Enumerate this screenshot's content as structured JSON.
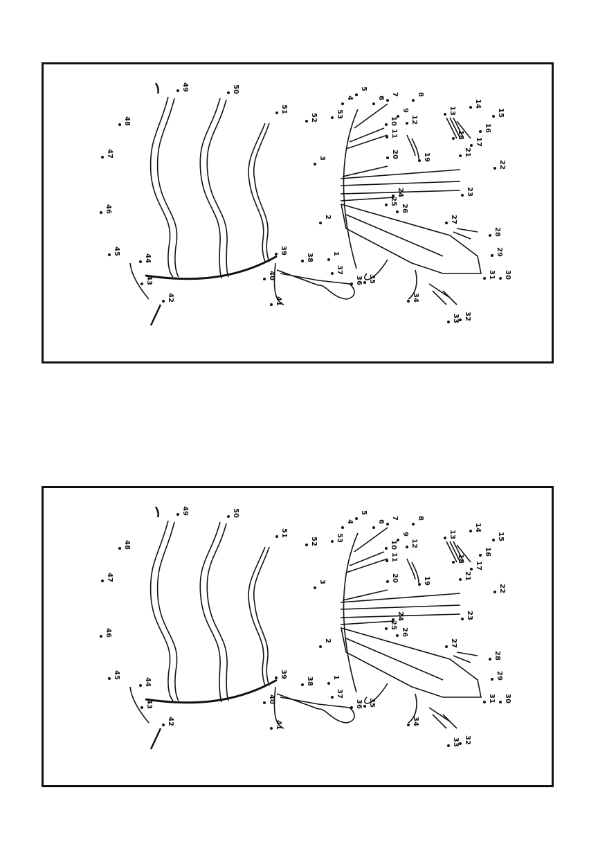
{
  "worksheet": {
    "panels": [
      {
        "id": "top",
        "dot_labels": [
          "1",
          "2",
          "3",
          "4",
          "5",
          "6",
          "7",
          "8",
          "9",
          "10",
          "11",
          "12",
          "13",
          "14",
          "15",
          "16",
          "17",
          "18",
          "19",
          "20",
          "21",
          "22",
          "23",
          "24",
          "25",
          "26",
          "27",
          "28",
          "29",
          "30",
          "31",
          "32",
          "33",
          "34",
          "35",
          "36",
          "37",
          "38",
          "39",
          "40",
          "41",
          "42",
          "43",
          "44",
          "45",
          "46",
          "47",
          "48",
          "49",
          "50",
          "51",
          "52",
          "53"
        ]
      },
      {
        "id": "bottom",
        "dot_labels": [
          "1",
          "2",
          "3",
          "4",
          "5",
          "6",
          "7",
          "8",
          "9",
          "10",
          "11",
          "12",
          "13",
          "14",
          "15",
          "16",
          "17",
          "18",
          "19",
          "20",
          "21",
          "22",
          "23",
          "24",
          "25",
          "26",
          "27",
          "28",
          "29",
          "30",
          "31",
          "32",
          "33",
          "34",
          "35",
          "36",
          "37",
          "38",
          "39",
          "40",
          "41",
          "42",
          "43",
          "44",
          "45",
          "46",
          "47",
          "48",
          "49",
          "50",
          "51",
          "52",
          "53"
        ]
      }
    ],
    "ink_color": "#111111"
  }
}
